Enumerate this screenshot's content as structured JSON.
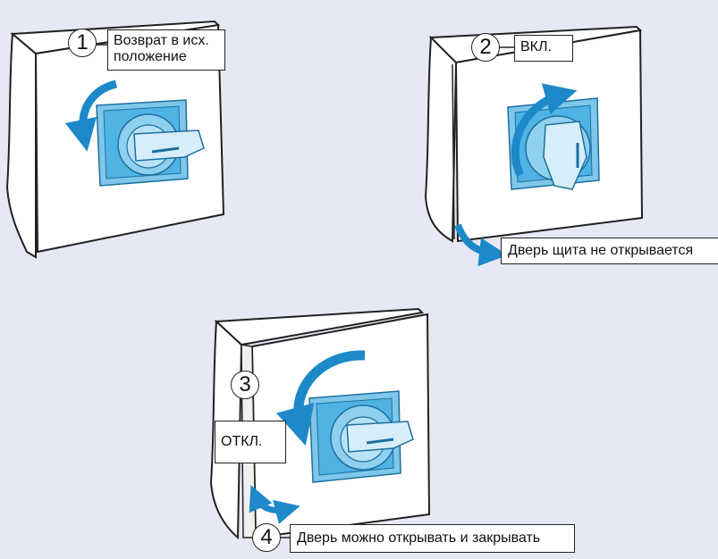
{
  "steps": [
    {
      "number": "1",
      "label": "Возврат в исх. положение"
    },
    {
      "number": "2",
      "label": "ВКЛ."
    },
    {
      "number": "3",
      "label": "ОТКЛ."
    },
    {
      "number": "4",
      "label": "Дверь можно открывать и закрывать"
    }
  ],
  "notes": {
    "door_locked": "Дверь щита не открывается"
  },
  "colors": {
    "background": "#e6e8f4",
    "panel": "#ffffff",
    "handle_blue": "#4fb3e4",
    "arrow_blue": "#1d89c8"
  },
  "icons": [
    "rotary-handle-icon",
    "rotation-arrow-icon",
    "door-swing-arrow-icon"
  ]
}
